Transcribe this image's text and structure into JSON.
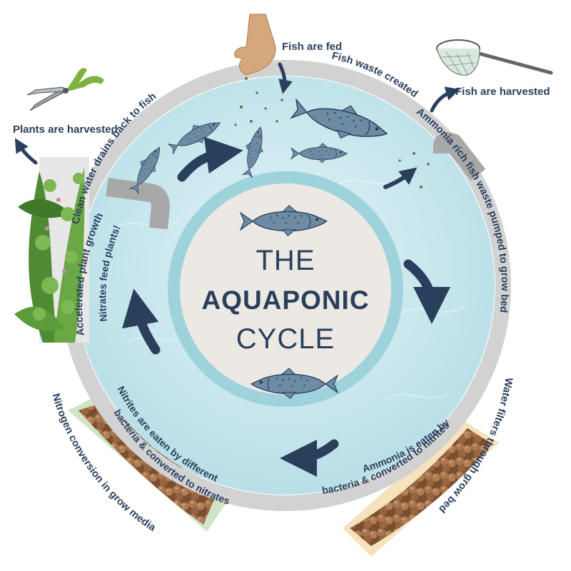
{
  "title": {
    "line1": "THE",
    "line2": "AQUAPONIC",
    "line3": "CYCLE"
  },
  "outer_labels": {
    "fish_fed": "Fish are fed",
    "fish_harvested": "Fish are harvested",
    "plants_harvested": "Plants are harvested"
  },
  "ring_labels": {
    "fish_waste": "Fish waste created",
    "ammonia_pumped": "Ammonia rich fish waste pumped to grow bed",
    "water_filters": "Water filters through grow bed",
    "nitrogen_conversion": "Nitrogen conversion in grow media",
    "accelerated_growth": "Accelerated plant growth",
    "clean_water": "Clean water drains back to fish"
  },
  "inner_labels": {
    "ammonia_eaten_1": "Ammonia is eaten by",
    "ammonia_eaten_2": "bacteria & converted to nitrites",
    "nitrites_eaten_1": "Nitrites are eaten by different",
    "nitrites_eaten_2": "bacteria & converted to nitrates",
    "nitrates_feed": "Nitrates feed plants!"
  },
  "colors": {
    "ink": "#2a3f5c",
    "water": "#bfe3ea",
    "water_light": "#d8f0f4",
    "inner_ring": "#9ed3dc",
    "center": "#ece9e4",
    "outer_ring": "#d2d2d2",
    "pipe": "#a8a8a8",
    "plant_green": "#5a9a3c",
    "pebble": "#9a6a45",
    "tray_green": "#cfe5c6",
    "tray_orange": "#f6e3bd"
  },
  "icons": [
    "hand-icon",
    "fishing-net-icon",
    "pruning-shears-icon",
    "fish-icon",
    "pipe-icon",
    "plant-icon",
    "clay-pebbles-icon"
  ]
}
